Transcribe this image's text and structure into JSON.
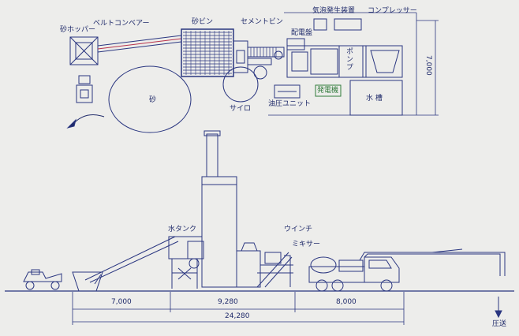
{
  "plan": {
    "sand_hopper": "砂ホッパー",
    "belt_conveyor": "ベルトコンベアー",
    "sand_bin": "砂ビン",
    "cement_bin": "セメントビン",
    "foam_generator": "気泡発生装置",
    "compressor": "コンプレッサー",
    "switchboard": "配電盤",
    "pump": "ポンプ",
    "sand": "砂",
    "silo": "サイロ",
    "hydraulic_unit": "油圧ユニット",
    "generator": "発電機",
    "water_tank": "水 槽",
    "width_dim": "7,000"
  },
  "elevation": {
    "water_tank": "水タンク",
    "winch": "ウインチ",
    "mixer": "ミキサー",
    "pressure_feed": "圧送",
    "dims": [
      "7,000",
      "9,280",
      "8,000"
    ],
    "total": "24,280"
  },
  "colors": {
    "line": "#2a3680",
    "accent": "#b8324a",
    "green": "#2f7a3a",
    "paper": "#ededeb"
  }
}
